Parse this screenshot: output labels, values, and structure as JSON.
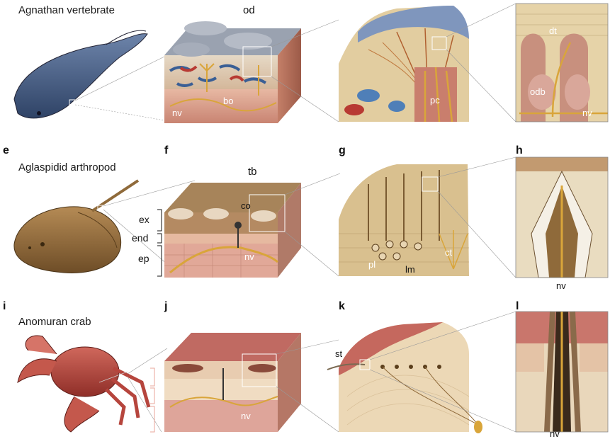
{
  "rows": [
    {
      "title": "Agnathan vertebrate",
      "panel_letters": [
        "",
        "",
        "",
        ""
      ],
      "labels": {
        "od": "od",
        "bo": "bo",
        "nv1": "nv",
        "pc": "pc",
        "dt": "dt",
        "odb": "odb",
        "nv2": "nv"
      }
    },
    {
      "title": "Aglaspidid arthropod",
      "panel_letters": [
        "e",
        "f",
        "g",
        "h"
      ],
      "labels": {
        "tb": "tb",
        "co": "co",
        "ex": "ex",
        "end": "end",
        "ep": "ep",
        "nv1": "nv",
        "pl": "pl",
        "lm": "lm",
        "ct": "ct",
        "nv2": "nv"
      }
    },
    {
      "title": "Anomuran crab",
      "panel_letters": [
        "i",
        "j",
        "k",
        "l"
      ],
      "labels": {
        "nv1": "nv",
        "st": "st",
        "nv2": "nv"
      }
    }
  ],
  "colors": {
    "fish": "#4b6186",
    "dentine": "#d8c49a",
    "tissue": "#d9a38f",
    "nerve": "#d9a53a",
    "vessel_red": "#b83a33",
    "vessel_blue": "#4f7fb8",
    "arthropod": "#8f6a3a",
    "crab": "#b6453d"
  }
}
